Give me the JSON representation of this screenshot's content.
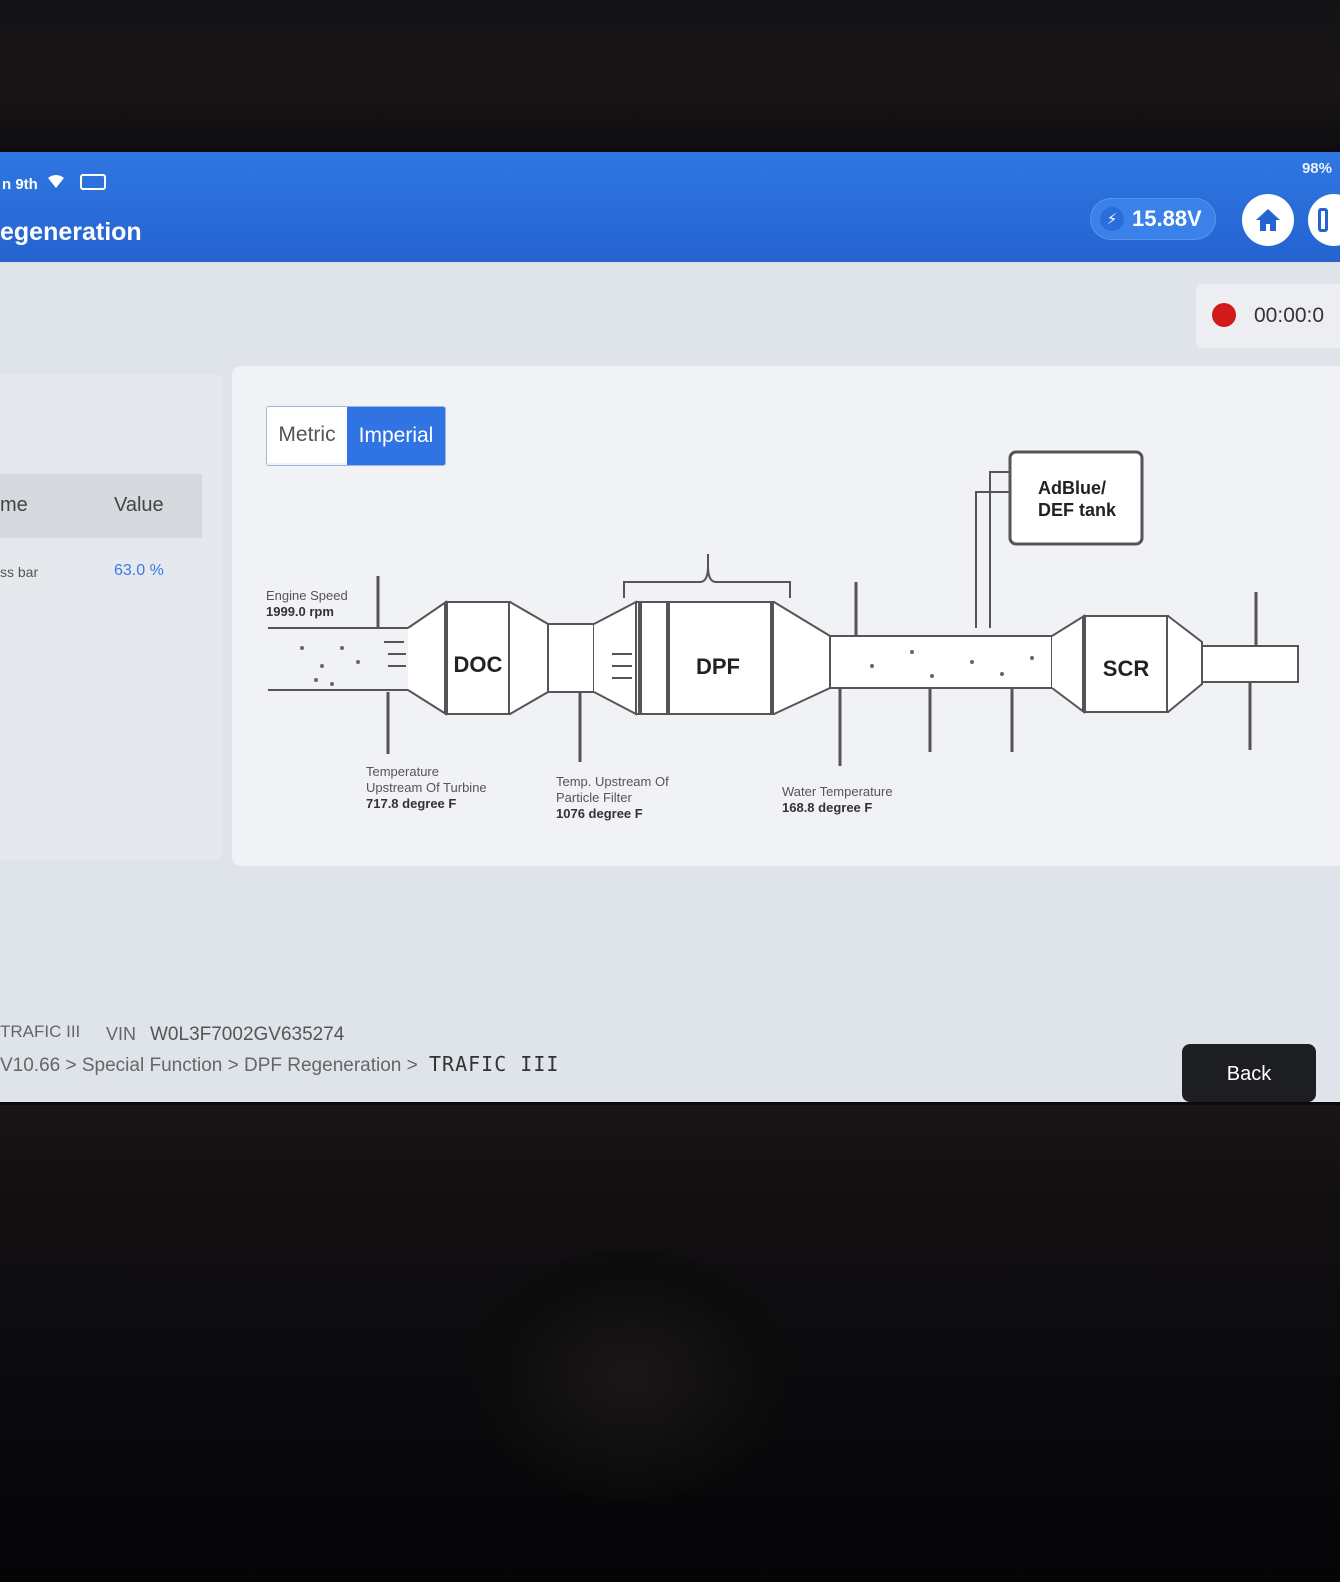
{
  "status_bar": {
    "date": "n 9th",
    "battery": "98%"
  },
  "header": {
    "title": "egeneration",
    "voltage": "15.88V"
  },
  "recording": {
    "timer": "00:00:0"
  },
  "data_table": {
    "header_name": "me",
    "header_value": "Value",
    "rows": [
      {
        "name": "ss bar",
        "value": "63.0 %"
      }
    ]
  },
  "units": {
    "metric": "Metric",
    "imperial": "Imperial",
    "selected": "Imperial"
  },
  "diagram": {
    "components": {
      "doc": "DOC",
      "dpf": "DPF",
      "scr": "SCR",
      "tank_line1": "AdBlue/",
      "tank_line2": "DEF tank"
    },
    "engine_speed": {
      "label": "Engine Speed",
      "value": "1999.0 rpm"
    },
    "turbine_temp": {
      "label1": "Temperature",
      "label2": "Upstream Of Turbine",
      "value": "717.8 degree F"
    },
    "filter_temp": {
      "label1": "Temp. Upstream Of",
      "label2": "Particle Filter",
      "value": "1076 degree F"
    },
    "water_temp": {
      "label": "Water Temperature",
      "value": "168.8 degree F"
    }
  },
  "footer": {
    "vehicle": "TRAFIC III",
    "vin_label": "VIN",
    "vin": "W0L3F7002GV635274",
    "breadcrumb": "V10.66 > Special Function > DPF Regeneration >",
    "breadcrumb_current": "TRAFIC III",
    "back_label": "Back"
  },
  "colors": {
    "header_blue": "#2563d0",
    "accent_blue": "#2f74e2",
    "record_red": "#d21a1a"
  }
}
